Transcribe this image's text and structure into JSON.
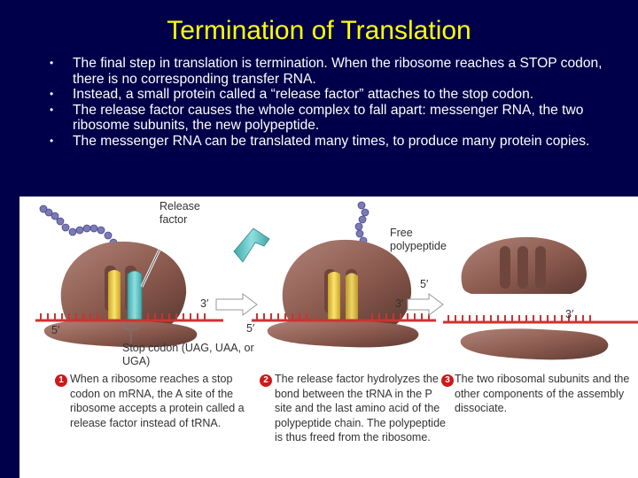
{
  "slide": {
    "title": "Termination of Translation",
    "bullets": [
      "The final step in translation is termination.  When the ribosome reaches a STOP codon, there is no corresponding transfer RNA.",
      "Instead, a small protein called a “release factor” attaches to the stop codon.",
      "The release factor causes the whole complex to fall apart: messenger RNA, the two ribosome subunits, the new polypeptide.",
      "The messenger RNA can be translated many times, to produce many protein copies."
    ]
  },
  "figure": {
    "labels": {
      "release_factor": "Release factor",
      "free_polypeptide": "Free polypeptide",
      "stop_codon": "Stop codon (UAG, UAA, or UGA)",
      "five_prime": "5′",
      "three_prime": "3′"
    },
    "steps": [
      {
        "number": "1",
        "text": "When a ribosome reaches a stop codon on mRNA, the A site of the ribosome accepts a protein called a release factor instead of tRNA."
      },
      {
        "number": "2",
        "text": "The release factor hydrolyzes the bond between the tRNA in the P site and the last amino acid of the polypeptide chain. The polypeptide is thus freed from the ribosome."
      },
      {
        "number": "3",
        "text": "The two ribosomal subunits and the other components of the assembly dissociate."
      }
    ],
    "colors": {
      "background": "#00004a",
      "title": "#ffff00",
      "ribosome": "#8b5a4e",
      "release_factor": "#66cccc",
      "trna": "#f2d24a",
      "mrna": "#cc3333",
      "polypeptide": "#7a7ab8",
      "step_marker": "#cc1a1a"
    }
  }
}
